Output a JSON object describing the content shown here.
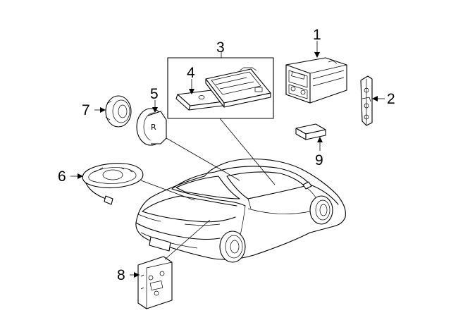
{
  "diagram": {
    "callouts": [
      {
        "id": "1",
        "label": "1"
      },
      {
        "id": "2",
        "label": "2"
      },
      {
        "id": "3",
        "label": "3"
      },
      {
        "id": "4",
        "label": "4"
      },
      {
        "id": "5",
        "label": "5"
      },
      {
        "id": "6",
        "label": "6"
      },
      {
        "id": "7",
        "label": "7"
      },
      {
        "id": "8",
        "label": "8"
      },
      {
        "id": "9",
        "label": "9"
      }
    ],
    "speaker_mark": "R"
  }
}
